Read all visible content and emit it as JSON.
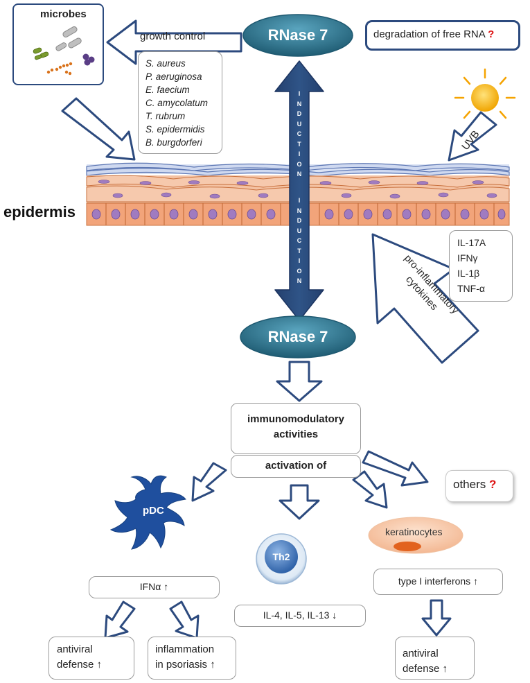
{
  "microbes_box": {
    "title": "microbes"
  },
  "growth_control": {
    "label": "growth control"
  },
  "rnase_top": {
    "label": "RNase 7"
  },
  "rnase_bottom": {
    "label": "RNase 7"
  },
  "degradation": {
    "text": "degradation of free RNA",
    "mark": "?"
  },
  "species": [
    "S. aureus",
    "P. aeruginosa",
    "E. faecium",
    "C. amycolatum",
    "T. rubrum",
    "S. epidermidis",
    "B. burgdorferi"
  ],
  "induction_top": [
    "I",
    "N",
    "D",
    "U",
    "C",
    "T",
    "I",
    "O",
    "N"
  ],
  "induction_bottom": [
    "I",
    "N",
    "D",
    "U",
    "C",
    "T",
    "I",
    "O",
    "N"
  ],
  "uvb": {
    "label": "UVB"
  },
  "epidermis": {
    "label": "epidermis"
  },
  "cytokines": [
    "IL-17A",
    "IFNγ",
    "IL-1β",
    "TNF-α"
  ],
  "proinflammatory": {
    "line1": "pro-inflammatory",
    "line2": "cytokines"
  },
  "immuno": {
    "line1": "immunomodulatory",
    "line2": "activities"
  },
  "activation": {
    "label": "activation of"
  },
  "others": {
    "text": "others",
    "mark": "?"
  },
  "pdc": {
    "label": "pDC"
  },
  "th2": {
    "label": "Th2"
  },
  "keratinocytes": {
    "label": "keratinocytes"
  },
  "ifn_alpha": {
    "label": "IFNα ↑"
  },
  "il_th2": {
    "label": "IL-4, IL-5, IL-13 ↓"
  },
  "type1": {
    "label": "type I interferons ↑"
  },
  "antiviral_left": {
    "line1": "antiviral",
    "line2": "defense ↑"
  },
  "inflammation": {
    "line1": "inflammation",
    "line2": "in psoriasis ↑"
  },
  "antiviral_right": {
    "line1": "antiviral",
    "line2": "defense ↑"
  },
  "colors": {
    "navy": "#2c4a7e",
    "teal": "#2b6f87",
    "skin": "#f2b28e",
    "cell_edge": "#c8703d",
    "nucleus": "#a07bc0",
    "red": "#d11111"
  }
}
